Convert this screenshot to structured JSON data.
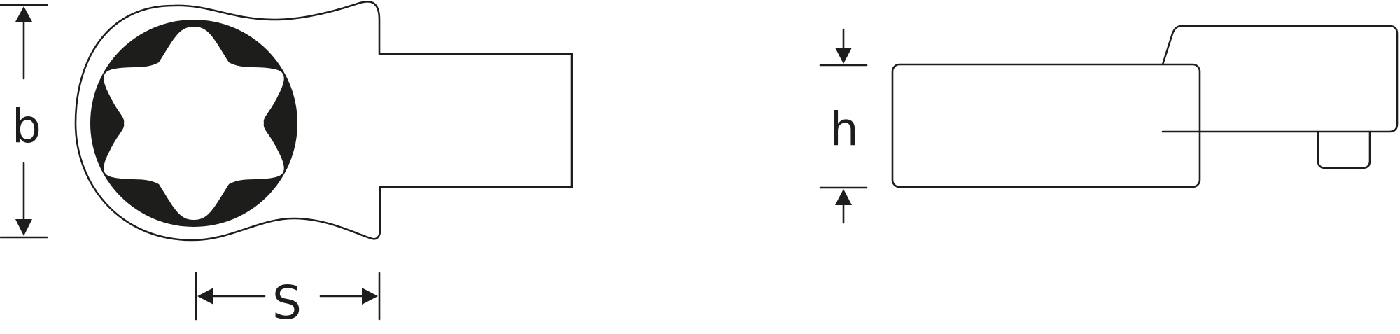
{
  "figure": {
    "dimensions": {
      "b": "b",
      "s": "S",
      "h": "h"
    },
    "colors": {
      "line": "#1d1d1b",
      "background": "#ffffff"
    }
  }
}
